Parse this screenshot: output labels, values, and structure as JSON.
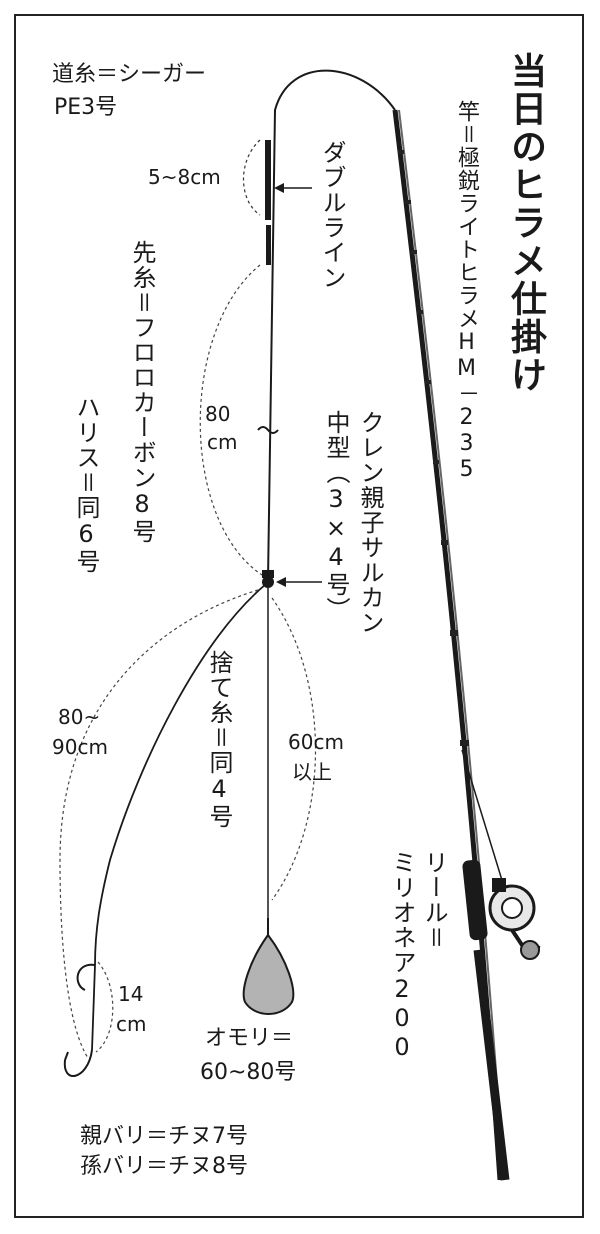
{
  "title": "当日のヒラメ仕掛け",
  "rod": "竿＝極鋭ライトヒラメHM－235",
  "main_line": {
    "line1": "道糸＝シーガー",
    "line2": "PE3号"
  },
  "double_line_length": "5~8cm",
  "double_line": "ダブルライン",
  "leader": "先糸＝フロロカーボン8号",
  "harisu": "ハリス＝同6号",
  "leader_length": {
    "line1": "80",
    "line2": "cm"
  },
  "swivel_label_1": "クレン親子サルカン",
  "swivel_label_2": "中型（3×4号）",
  "harisu_length": {
    "line1": "80~",
    "line2": "90cm"
  },
  "sute_line": "捨て糸＝同4号",
  "sute_length": {
    "line1": "60cm",
    "line2": "以上"
  },
  "hook_gap": {
    "line1": "14",
    "line2": "cm"
  },
  "sinker": {
    "line1": "オモリ＝",
    "line2": "60~80号"
  },
  "reel": {
    "line1": "リール＝",
    "line2": "ミリオネア200"
  },
  "hooks": {
    "line1": "親バリ＝チヌ7号",
    "line2": "孫バリ＝チヌ8号"
  }
}
